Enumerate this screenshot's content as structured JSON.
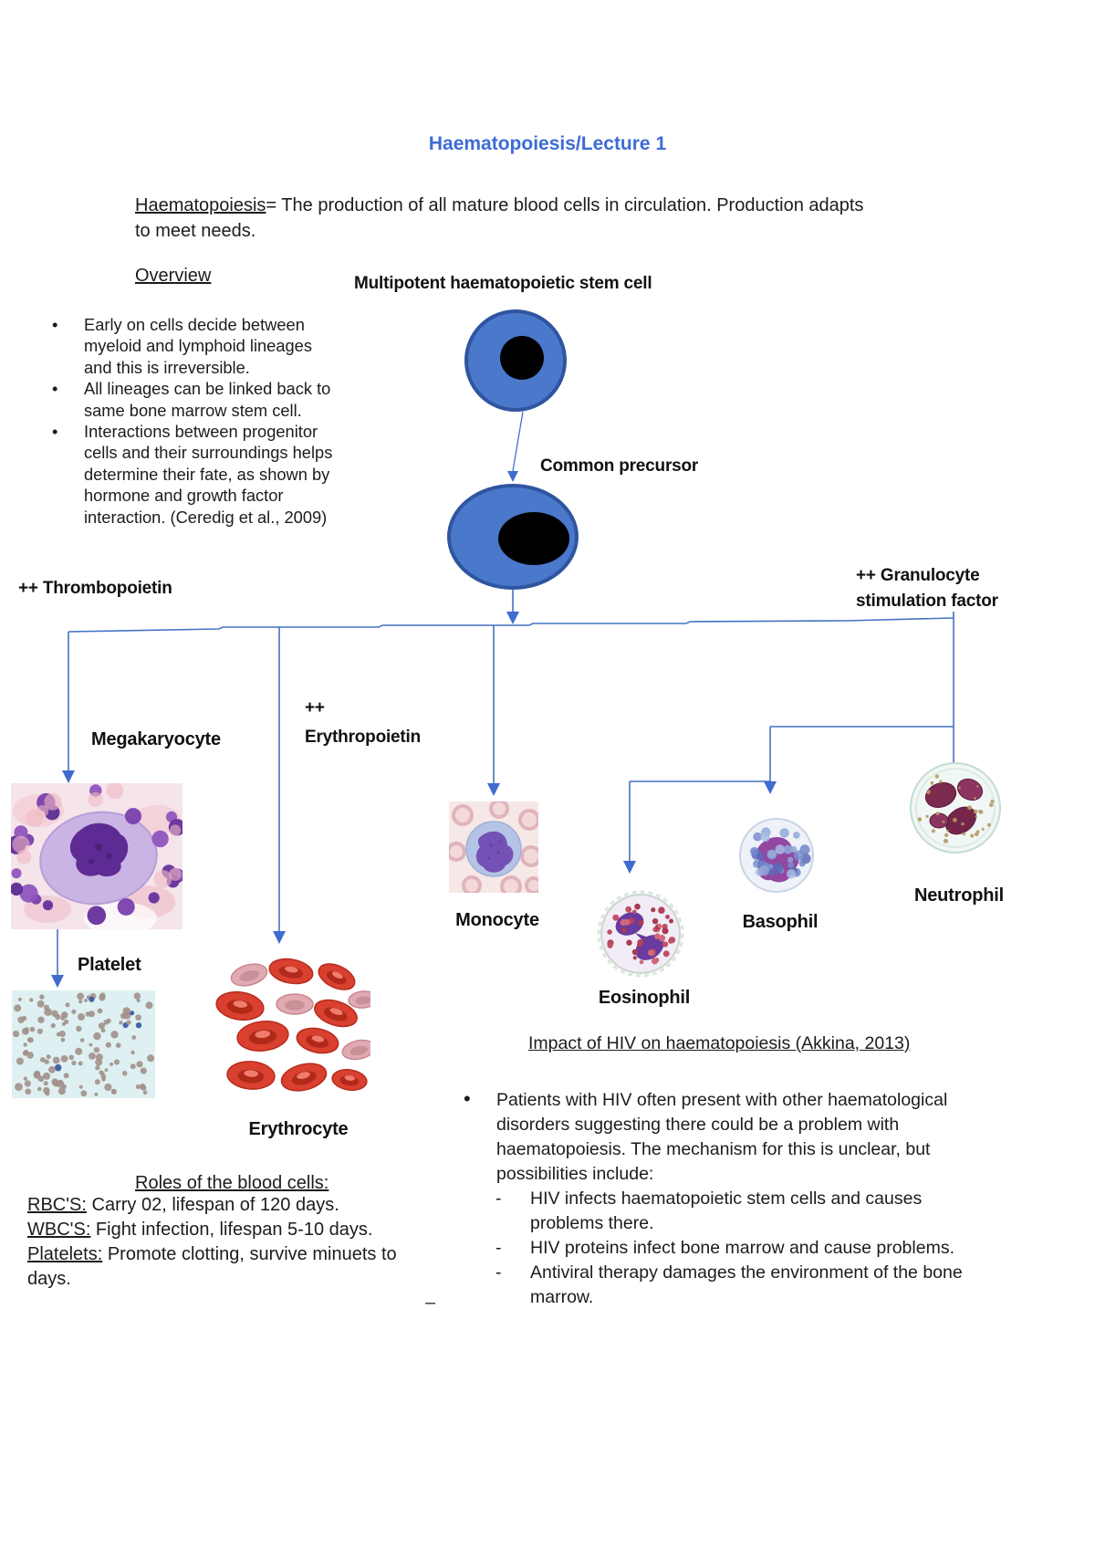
{
  "page": {
    "title": "Haematopoiesis/Lecture 1",
    "bullet_char": "•",
    "dash_char": "-",
    "trailing_dash": "–"
  },
  "intro": {
    "term": "Haematopoiesis",
    "lines": [
      "= The production of all mature blood cells in circulation. Production adapts",
      "to meet needs."
    ]
  },
  "overview": {
    "heading": "Overview",
    "bullets": [
      [
        "Early on cells decide between",
        "myeloid and lymphoid lineages",
        "and this is irreversible."
      ],
      [
        "All lineages can be linked back to",
        "same bone marrow stem cell."
      ],
      [
        "Interactions between progenitor",
        "cells and their surroundings helps",
        "determine their fate, as shown by",
        "hormone and growth factor",
        "interaction. (Ceredig et al., 2009)"
      ]
    ]
  },
  "diagram": {
    "stem_cell": "Multipotent haematopoietic stem cell",
    "common_precursor": "Common precursor",
    "thrombopoietin": "++ Thrombopoietin",
    "granulocyte": [
      "++ Granulocyte",
      "stimulation factor"
    ],
    "erythropoietin": [
      "++",
      "Erythropoietin"
    ],
    "megakaryocyte": "Megakaryocyte",
    "platelet": "Platelet",
    "erythrocyte": "Erythrocyte",
    "monocyte": "Monocyte",
    "eosinophil": "Eosinophil",
    "basophil": "Basophil",
    "neutrophil": "Neutrophil"
  },
  "roles": {
    "heading": "Roles of the blood cells:",
    "items": [
      {
        "term": "RBC'S:",
        "lines": [
          " Carry 02, lifespan of 120 days."
        ]
      },
      {
        "term": "WBC'S:",
        "lines": [
          " Fight infection, lifespan 5-10 days."
        ]
      },
      {
        "term": "Platelets:",
        "lines": [
          " Promote clotting, survive minuets to",
          "days."
        ]
      }
    ]
  },
  "hiv": {
    "heading": "Impact of HIV on haematopoiesis (Akkina, 2013)",
    "bullet_lines": [
      "Patients with HIV often present with other haematological",
      "disorders suggesting there could be a problem with",
      "haematopoiesis. The mechanism for this is unclear, but",
      "possibilities include:"
    ],
    "sub_items": [
      {
        "lines": [
          "HIV infects haematopoietic stem cells and causes",
          "problems there."
        ]
      },
      {
        "lines": [
          "HIV proteins infect bone marrow and cause problems."
        ]
      },
      {
        "lines": [
          "Antiviral therapy damages the environment of the bone",
          "marrow."
        ]
      }
    ]
  },
  "colors": {
    "accent_blue": "#3D6BD5",
    "line_blue": "#4472C4",
    "cell_fill": "#4A78CB",
    "cell_border": "#2F55A0"
  }
}
